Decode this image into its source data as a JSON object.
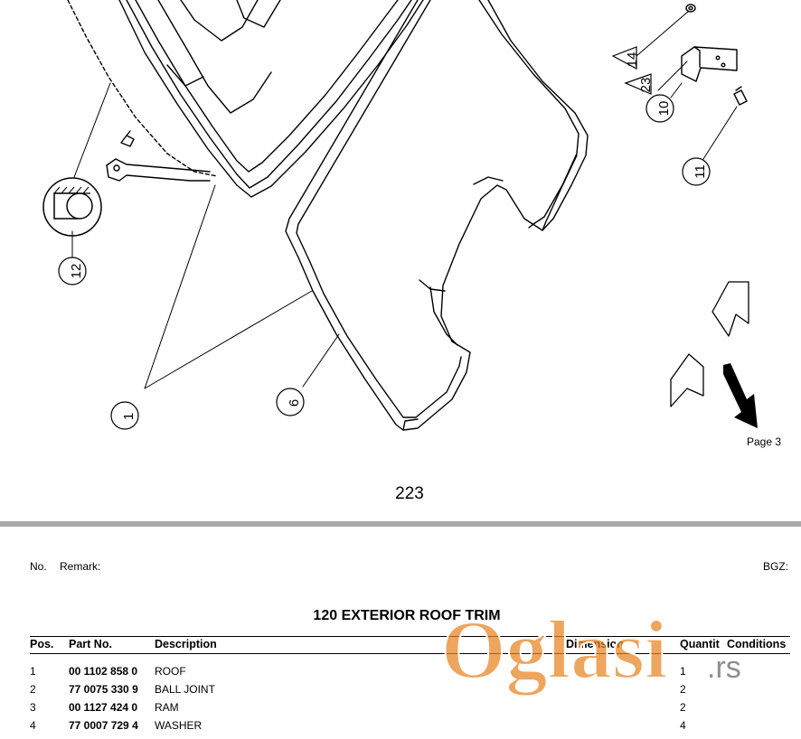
{
  "drawing": {
    "callouts": [
      "1",
      "6",
      "10",
      "11",
      "12",
      "14",
      "23"
    ],
    "page_ref": "Page 3",
    "page_number": "223"
  },
  "header": {
    "no_label": "No.",
    "remark_label": "Remark:",
    "bgz_label": "BGZ:"
  },
  "section": {
    "title": "120 EXTERIOR ROOF TRIM"
  },
  "table": {
    "columns": {
      "pos": "Pos.",
      "part_no": "Part No.",
      "description": "Description",
      "dimension": "Dimension",
      "quantity": "Quantit",
      "conditions": "Conditions"
    },
    "rows": [
      {
        "pos": "1",
        "part_no": "00 1102 858 0",
        "description": "ROOF",
        "quantity": "1"
      },
      {
        "pos": "2",
        "part_no": "77 0075 330 9",
        "description": "BALL JOINT",
        "quantity": "2"
      },
      {
        "pos": "3",
        "part_no": "00 1127 424 0",
        "description": "RAM",
        "quantity": "2"
      },
      {
        "pos": "4",
        "part_no": "77 0007 729 4",
        "description": "WASHER",
        "quantity": "4"
      }
    ]
  },
  "watermark": {
    "brand": "Oglasi",
    "suffix": ".rs",
    "brand_color": "#e8821e",
    "suffix_color": "#7a7a7a"
  }
}
